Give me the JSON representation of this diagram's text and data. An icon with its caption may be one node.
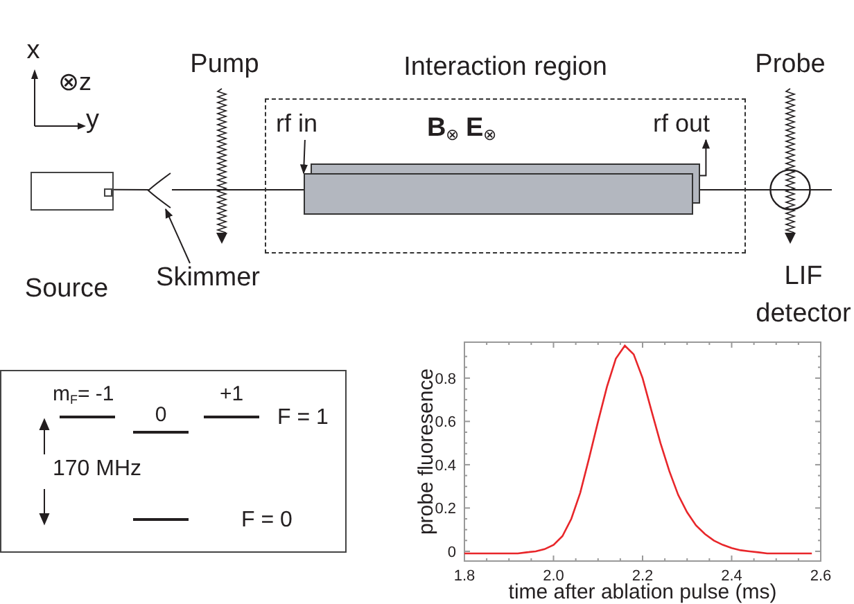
{
  "diagram": {
    "nodes": [
      {
        "text": [
          "Source"
        ]
      },
      {
        "text": [
          "Skimmer"
        ]
      },
      {
        "text": [],
        "shape": "cone"
      },
      {
        "text": [
          "Interaction region"
        ]
      },
      {
        "text": [
          "rf in"
        ],
        "in": 3
      },
      {
        "text": [
          "rf out"
        ],
        "in": 3
      },
      {
        "text": [],
        "shape": "bar",
        "in": 3
      },
      {
        "text": [],
        "shape": "bar",
        "in": 3
      },
      {
        "text": [],
        "shape": "circle"
      },
      {
        "text": [
          "m$_{F}$= -1",
          "0",
          "+1",
          "F = 1",
          "170 MHz",
          "F = 0"
        ]
      }
    ],
    "edges": [
      {
        "from": 1,
        "to": 2,
        "arrow": "to"
      },
      {
        "from": 4,
        "to": 7,
        "arrow": "to"
      },
      {
        "from": 6,
        "to": 5,
        "arrow": "to"
      },
      {
        "from": 0,
        "to": 2,
        "arrow": "none"
      },
      {
        "from": 2,
        "to": 7,
        "arrow": "none"
      },
      {
        "from": 6,
        "to": 8,
        "arrow": "none"
      },
      {
        "from": 8,
        "to": null,
        "arrow": "none"
      }
    ],
    "labels": [
      "x",
      "⊗z",
      "y",
      "Pump",
      "**B**$_{⊗}$ **E**$_{⊗}$",
      "Probe",
      "LIF detector"
    ],
    "chart_data": {
      "type": "line",
      "xlabel": "time after ablation pulse (ms)",
      "ylabel": "probe fluoresence",
      "x": [
        1.8,
        1.82,
        1.84,
        1.86,
        1.88,
        1.9,
        1.92,
        1.94,
        1.96,
        1.98,
        2.0,
        2.02,
        2.04,
        2.06,
        2.08,
        2.1,
        2.12,
        2.14,
        2.16,
        2.18,
        2.2,
        2.22,
        2.24,
        2.26,
        2.28,
        2.3,
        2.32,
        2.34,
        2.36,
        2.38,
        2.4,
        2.42,
        2.44,
        2.46,
        2.48,
        2.5,
        2.52,
        2.54,
        2.56,
        2.58
      ],
      "series": [
        {
          "color": "#e8262a",
          "values": [
            -0.01,
            -0.01,
            -0.01,
            -0.01,
            -0.01,
            -0.01,
            -0.01,
            -0.005,
            0.0,
            0.01,
            0.03,
            0.07,
            0.15,
            0.27,
            0.43,
            0.6,
            0.76,
            0.89,
            0.95,
            0.91,
            0.8,
            0.65,
            0.5,
            0.37,
            0.26,
            0.18,
            0.12,
            0.08,
            0.05,
            0.03,
            0.015,
            0.005,
            0.0,
            -0.005,
            -0.01,
            -0.01,
            -0.01,
            -0.01,
            -0.01,
            -0.01
          ]
        }
      ],
      "xlim": [
        1.8,
        2.6
      ],
      "ylim": [
        -0.045,
        0.966
      ],
      "xticks": [
        {
          "value": 1.8,
          "label": "1.8"
        },
        {
          "value": 2.0,
          "label": "2.0"
        },
        {
          "value": 2.2,
          "label": "2.2"
        },
        {
          "value": 2.4,
          "label": "2.4"
        },
        {
          "value": 2.6,
          "label": "2.6"
        }
      ],
      "yticks": [
        0,
        0.2,
        0.4,
        0.6,
        0.8
      ]
    }
  }
}
